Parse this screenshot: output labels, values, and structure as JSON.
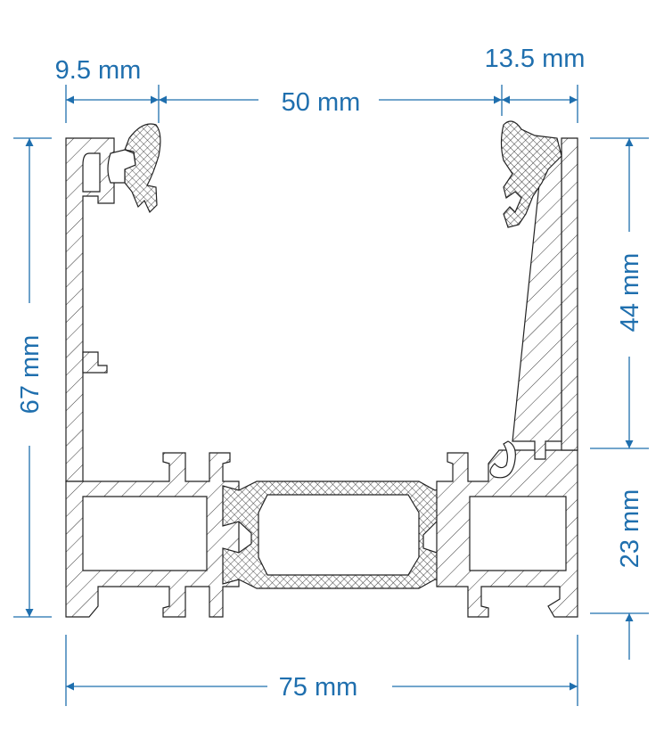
{
  "colors": {
    "dimension": "#1f6fae",
    "outline": "#222222",
    "background": "#ffffff"
  },
  "dimensions": {
    "top_left": "9.5 mm",
    "top_middle": "50 mm",
    "top_right": "13.5 mm",
    "left_height": "67 mm",
    "right_upper": "44 mm",
    "right_lower": "23 mm",
    "bottom_width": "75 mm"
  }
}
